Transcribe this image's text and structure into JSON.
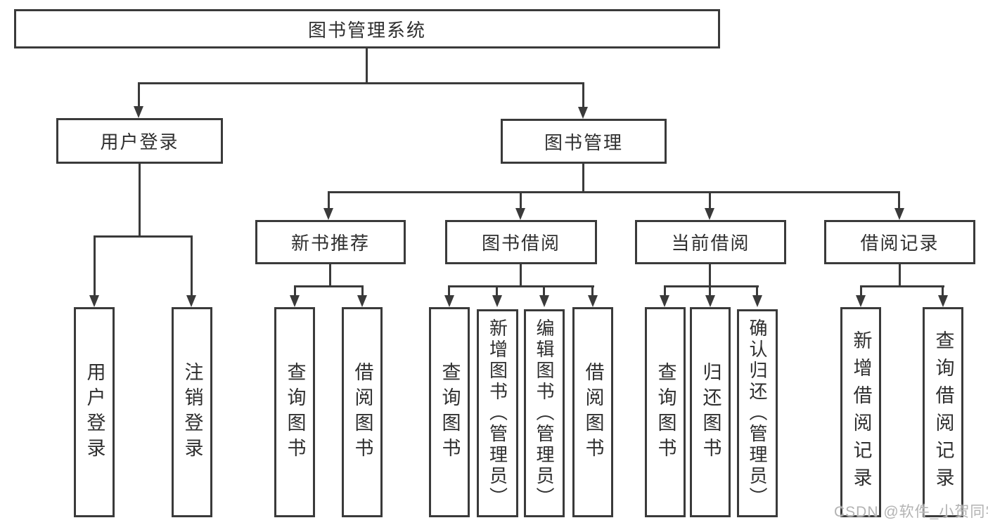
{
  "tree": {
    "root": "图书管理系统",
    "children": [
      {
        "label": "用户登录",
        "children": [
          {
            "label": "用户登录"
          },
          {
            "label": "注销登录"
          }
        ]
      },
      {
        "label": "图书管理",
        "children": [
          {
            "label": "新书推荐",
            "children": [
              {
                "label": "查询图书"
              },
              {
                "label": "借阅图书"
              }
            ]
          },
          {
            "label": "图书借阅",
            "children": [
              {
                "label": "查询图书"
              },
              {
                "label": "新增图书（管理员）"
              },
              {
                "label": "编辑图书（管理员）"
              },
              {
                "label": "借阅图书"
              }
            ]
          },
          {
            "label": "当前借阅",
            "children": [
              {
                "label": "查询图书"
              },
              {
                "label": "归还图书"
              },
              {
                "label": "确认归还（管理员）"
              }
            ]
          },
          {
            "label": "借阅记录",
            "children": [
              {
                "label": "新增借阅记录"
              },
              {
                "label": "查询借阅记录"
              }
            ]
          }
        ]
      }
    ]
  },
  "watermark": {
    "text": "CSDN @软件_小贺同学"
  },
  "colors": {
    "line": "#3a3a3a",
    "text": "#2f2f2f",
    "watermark": "#b3b3b3",
    "background": "#ffffff"
  }
}
